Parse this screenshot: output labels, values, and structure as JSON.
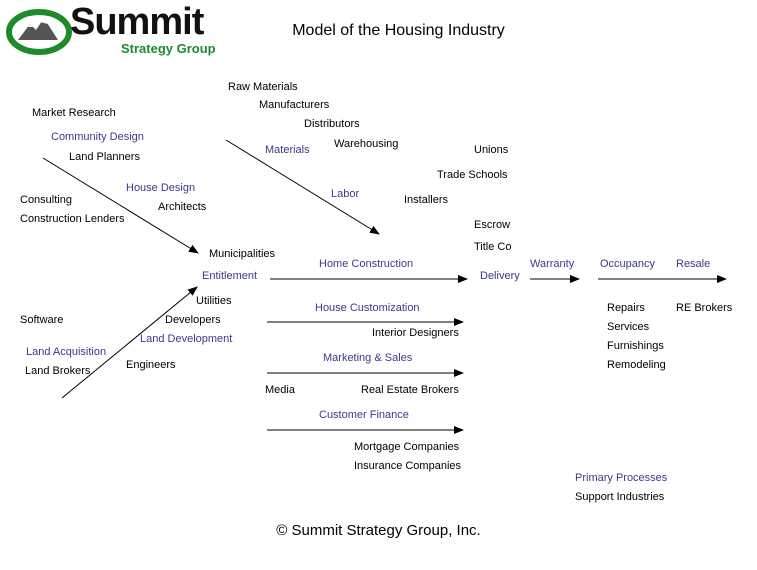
{
  "logo": {
    "name": "Summit",
    "subtitle": "Strategy Group"
  },
  "title": "Model of the Housing Industry",
  "copyright": "© Summit Strategy Group, Inc.",
  "colors": {
    "primary_process": "#3a3a8c",
    "support": "#000000",
    "logo_green": "#1f8a2a"
  },
  "labels": {
    "market_research": "Market Research",
    "community_design": "Community  Design",
    "land_planners": "Land Planners",
    "house_design": "House Design",
    "consulting": "Consulting",
    "architects": "Architects",
    "construction_lenders": "Construction Lenders",
    "municipalities": "Municipalities",
    "entitlement": "Entitlement",
    "utilities": "Utilities",
    "software": "Software",
    "developers": "Developers",
    "land_acquisition": "Land Acquisition",
    "land_development": "Land Development",
    "land_brokers": "Land Brokers",
    "engineers": "Engineers",
    "raw_materials": "Raw Materials",
    "manufacturers": "Manufacturers",
    "distributors": "Distributors",
    "materials": "Materials",
    "warehousing": "Warehousing",
    "labor": "Labor",
    "installers": "Installers",
    "unions": "Unions",
    "trade_schools": "Trade Schools",
    "escrow": "Escrow",
    "title_co": "Title Co",
    "home_construction": "Home Construction",
    "delivery": "Delivery",
    "warranty": "Warranty",
    "occupancy": "Occupancy",
    "resale": "Resale",
    "house_customization": "House Customization",
    "interior_designers": "Interior Designers",
    "repairs": "Repairs",
    "services": "Services",
    "furnishings": "Furnishings",
    "remodeling": "Remodeling",
    "re_brokers": "RE Brokers",
    "marketing_sales": "Marketing & Sales",
    "media": "Media",
    "real_estate_brokers": "Real Estate Brokers",
    "customer_finance": "Customer Finance",
    "mortgage_companies": "Mortgage Companies",
    "insurance_companies": "Insurance Companies"
  },
  "legend": {
    "primary_processes": "Primary Processes",
    "support_industries": "Support Industries"
  }
}
